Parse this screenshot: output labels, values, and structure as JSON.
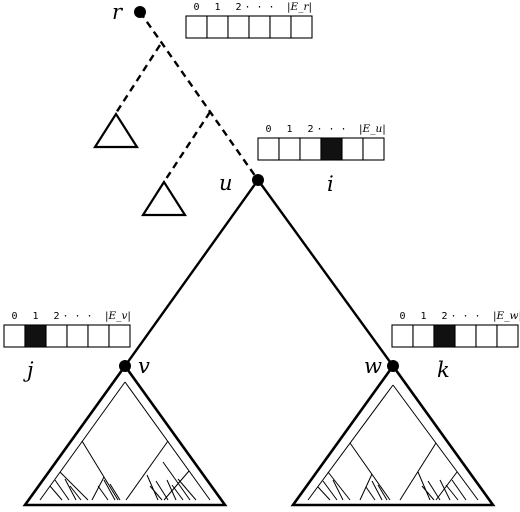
{
  "nodes": {
    "r": "r",
    "u": "u",
    "v": "v",
    "w": "w"
  },
  "pointers": {
    "i": "i",
    "j": "j",
    "k": "k"
  },
  "arrays": {
    "r": {
      "indices": [
        "0",
        "1",
        "2",
        "· · ·"
      ],
      "size_label": "|E_r|",
      "cells": 6,
      "filled_index": null
    },
    "u": {
      "indices": [
        "0",
        "1",
        "2",
        "· · ·"
      ],
      "size_label": "|E_u|",
      "cells": 6,
      "filled_index": 3
    },
    "v": {
      "indices": [
        "0",
        "1",
        "2",
        "· · ·"
      ],
      "size_label": "|E_v|",
      "cells": 6,
      "filled_index": 1
    },
    "w": {
      "indices": [
        "0",
        "1",
        "2",
        "· · ·"
      ],
      "size_label": "|E_w|",
      "cells": 6,
      "filled_index": 2
    }
  },
  "colors": {
    "ink": "#000000",
    "filled_cell": "#111111",
    "background": "#ffffff"
  }
}
